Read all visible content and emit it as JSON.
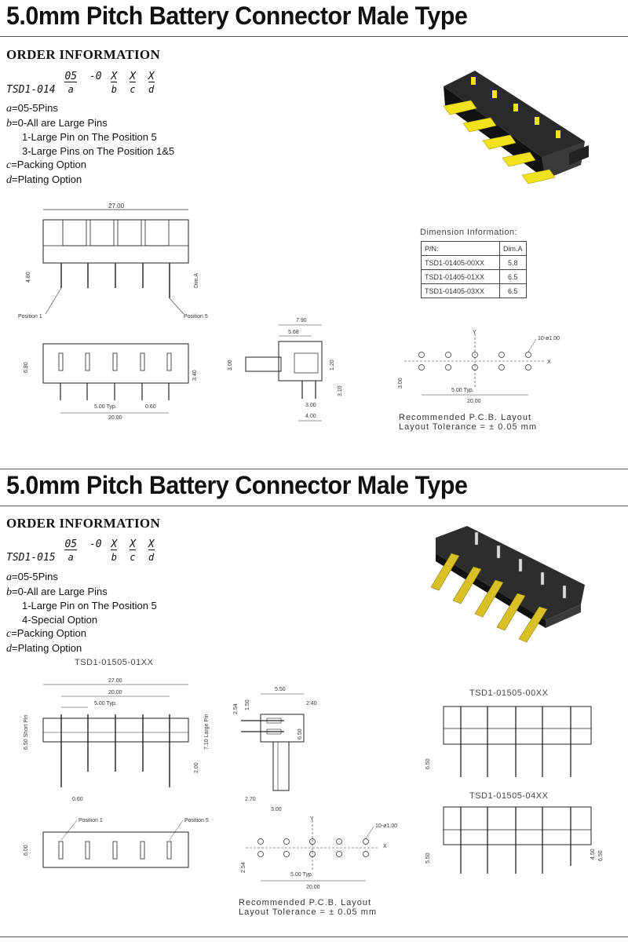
{
  "sections": [
    {
      "title": "5.0mm Pitch Battery Connector Male Type",
      "order_heading": "ORDER INFORMATION",
      "part_prefix": "TSD1-014",
      "code": {
        "a_val": "05",
        "sep": "-0",
        "b_val": "X",
        "c_val": "X",
        "d_val": "X",
        "a": "a",
        "b": "b",
        "c": "c",
        "d": "d"
      },
      "options": [
        {
          "key": "a",
          "text": "=05-5Pins"
        },
        {
          "key": "b",
          "text": "=0-All are Large Pins"
        },
        {
          "key": "",
          "text": "1-Large Pin on The Position 5"
        },
        {
          "key": "",
          "text": "3-Large Pins on The Position 1&5"
        },
        {
          "key": "c",
          "text": "=Packing Option"
        },
        {
          "key": "d",
          "text": "=Plating Option"
        }
      ],
      "dim_heading": "Dimension Information:",
      "dim_table": {
        "headers": [
          "P/N:",
          "Dim.A"
        ],
        "rows": [
          [
            "TSD1-01405-00XX",
            "5.8"
          ],
          [
            "TSD1-01405-01XX",
            "6.5"
          ],
          [
            "TSD1-01405-03XX",
            "6.5"
          ]
        ]
      },
      "pcb_note": {
        "line1": "Recommended P.C.B. Layout",
        "line2": "Layout Tolerance = ± 0.05 mm"
      },
      "drawing_labels": {
        "d27": "27.00",
        "d480": "4.80",
        "dimA": "Dim.A",
        "pos1": "Position 1",
        "pos5": "Position 5",
        "d680": "6.80",
        "d340": "3.40",
        "d500": "5.00 Typ.",
        "d060": "0.60",
        "d2000": "20.00",
        "d790": "7.90",
        "d568": "5.68",
        "d300": "3.00",
        "d120": "1.20",
        "d310": "3.10",
        "d300b": "3.00",
        "d400": "4.00",
        "holes": "10-ø1.00",
        "x": "X",
        "y": "Y",
        "d300c": "3.00",
        "d500b": "5.00 Typ.",
        "d2000b": "20.00"
      }
    },
    {
      "title": "5.0mm Pitch Battery Connector Male Type",
      "order_heading": "ORDER INFORMATION",
      "part_prefix": "TSD1-015",
      "code": {
        "a_val": "05",
        "sep": "-0",
        "b_val": "X",
        "c_val": "X",
        "d_val": "X",
        "a": "a",
        "b": "b",
        "c": "c",
        "d": "d"
      },
      "options": [
        {
          "key": "a",
          "text": "=05-5Pins"
        },
        {
          "key": "b",
          "text": "=0-All are Large Pins"
        },
        {
          "key": "",
          "text": "1-Large Pin on The Position 5"
        },
        {
          "key": "",
          "text": "4-Special Option"
        },
        {
          "key": "c",
          "text": "=Packing Option"
        },
        {
          "key": "d",
          "text": "=Plating Option"
        }
      ],
      "variant_main": "TSD1-01505-01XX",
      "variant_b": "TSD1-01505-00XX",
      "variant_c": "TSD1-01505-04XX",
      "pcb_note": {
        "line1": "Recommended P.C.B. Layout",
        "line2": "Layout Tolerance = ± 0.05 mm"
      },
      "drawing_labels": {
        "d27": "27.00",
        "d20": "20.00",
        "d500": "5.00 Typ.",
        "short": "6.50 Short Pin",
        "large": "7.10 Large Pin",
        "d200": "2.00",
        "d060": "0.60",
        "pos1": "Position 1",
        "pos5": "Position 5",
        "d600": "6.00",
        "d550": "5.50",
        "d240": "2.40",
        "d254": "2.54",
        "d150": "1.50",
        "d650": "6.50",
        "d270": "2.70",
        "d300": "3.00",
        "holes": "10-ø1.00",
        "x": "X",
        "y": "Y",
        "d254b": "2.54",
        "d500b": "5.00 Typ.",
        "d2000b": "20.00",
        "d650b": "6.50",
        "d550b": "5.50",
        "d450": "4.50",
        "d650c": "6.50"
      }
    }
  ]
}
